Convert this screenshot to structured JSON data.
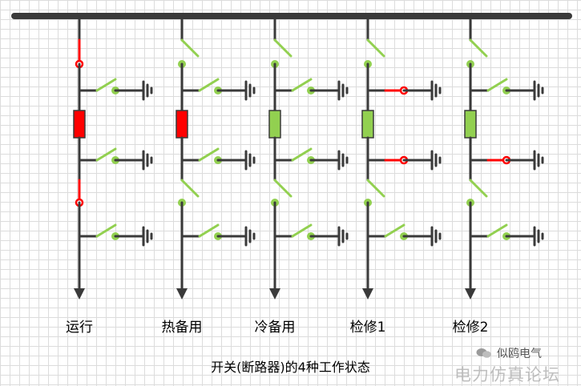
{
  "colors": {
    "bus": "#3a3a3a",
    "line": "#3a3a3a",
    "closed_switch": "#ff0000",
    "open_switch": "#92d050",
    "breaker_live": "#ff0000",
    "breaker_dead": "#92d050"
  },
  "columns": [
    {
      "label": "运行",
      "breaker": "live",
      "top_disconnector": "closed",
      "bottom_disconnector": "closed",
      "earth_1": "open",
      "earth_2": "open",
      "earth_3": "open"
    },
    {
      "label": "热备用",
      "breaker": "live",
      "top_disconnector": "open",
      "bottom_disconnector": "open",
      "earth_1": "open",
      "earth_2": "open",
      "earth_3": "open"
    },
    {
      "label": "冷备用",
      "breaker": "dead",
      "top_disconnector": "open",
      "bottom_disconnector": "open",
      "earth_1": "open",
      "earth_2": "open",
      "earth_3": "open"
    },
    {
      "label": "检修1",
      "breaker": "dead",
      "top_disconnector": "open",
      "bottom_disconnector": "open",
      "earth_1": "closed",
      "earth_2": "closed",
      "earth_3": "open"
    },
    {
      "label": "检修2",
      "breaker": "dead",
      "top_disconnector": "open",
      "bottom_disconnector": "open",
      "earth_1": "open",
      "earth_2": "closed",
      "earth_3": "open"
    }
  ],
  "caption": "开关(断路器)的4种工作状态",
  "watermark": {
    "brand": "似鸥电气",
    "site": "电力仿真论坛"
  }
}
